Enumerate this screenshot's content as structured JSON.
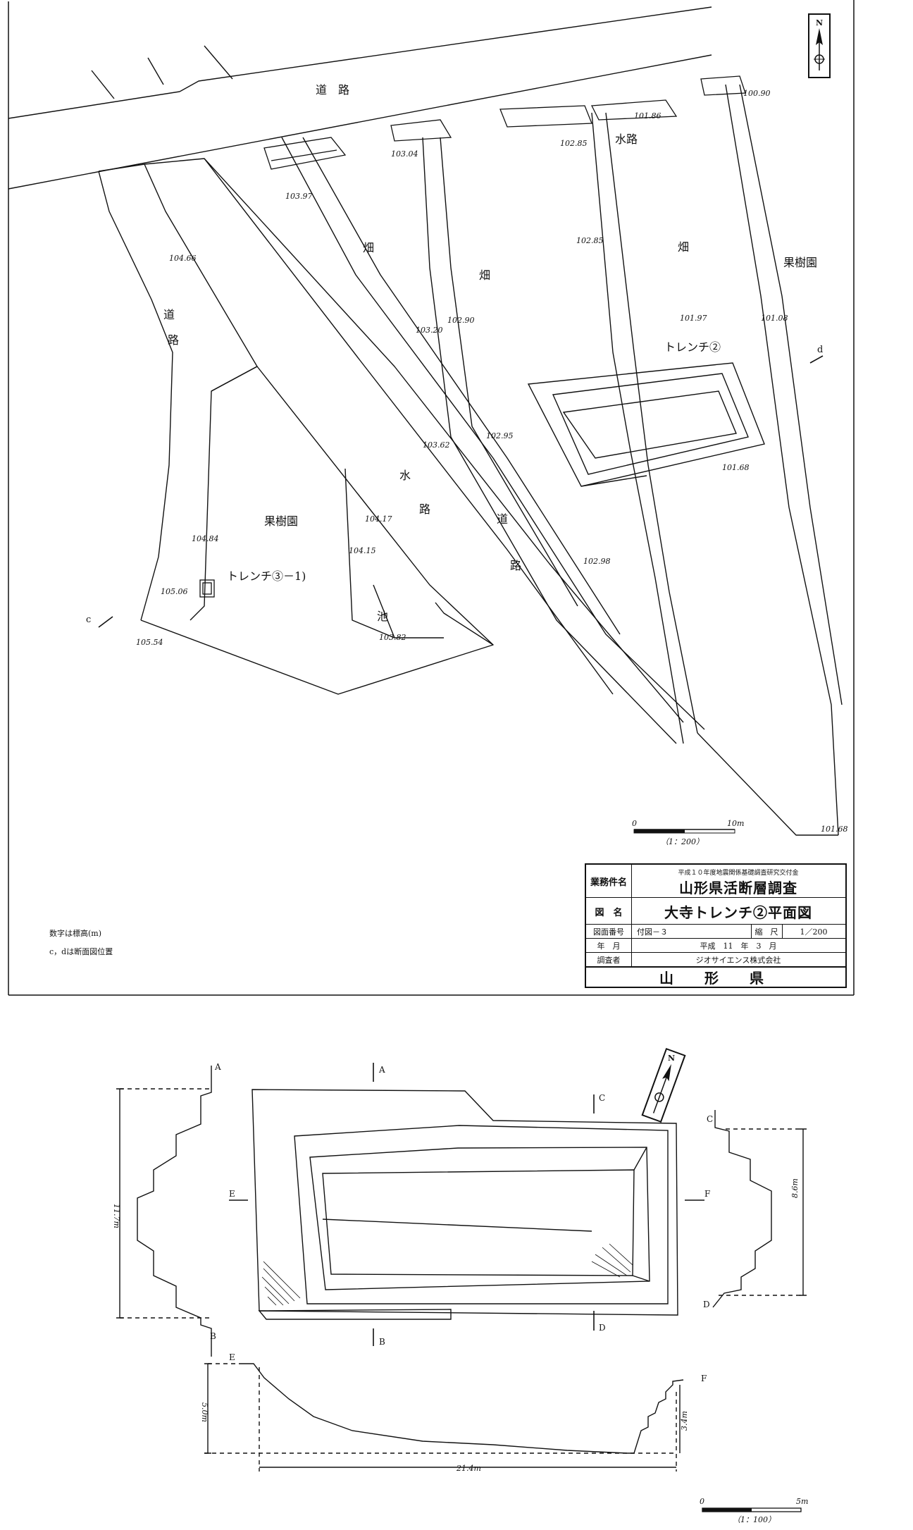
{
  "plan": {
    "road_top": "道　路",
    "road_left": [
      "道",
      "路"
    ],
    "waterway": "水路",
    "waterway_big": [
      "水",
      "路"
    ],
    "road_center": [
      "道",
      "路"
    ],
    "field_1": "畑",
    "field_2": "畑",
    "field_3": "畑",
    "orchard_right": "果樹園",
    "orchard_left": "果樹園",
    "trench_2": "トレンチ②",
    "trench_3": "トレンチ③－1)",
    "pond": "池",
    "section_c": "c",
    "section_d": "d",
    "elevations": [
      "103.97",
      "103.04",
      "102.85",
      "101.86",
      "100.90",
      "104.66",
      "102.90",
      "103.20",
      "102.85",
      "101.97",
      "101.08",
      "102.95",
      "103.62",
      "104.17",
      "101.68",
      "104.84",
      "104.15",
      "102.98",
      "105.06",
      "103.82",
      "105.54",
      "101.68"
    ],
    "scale_0": "0",
    "scale_10": "10m",
    "scale_ratio": "（1：200）"
  },
  "title_block": {
    "project_label": "業務件名",
    "project_sub": "平成１０年度地震関係基礎調査研究交付金",
    "project_name": "山形県活断層調査",
    "drawing_label": "図　名",
    "drawing_name": "大寺トレンチ②平面図",
    "number_label": "図面番号",
    "number_value": "付図－３",
    "scale_label": "縮　尺",
    "scale_value": "1／200",
    "date_label": "年　月",
    "date_value": "平成　11　年　3　月",
    "surveyor_label": "調査者",
    "surveyor_value": "ジオサイエンス株式会社",
    "client": "山　形　県"
  },
  "notes": {
    "line1": "数字は標高(m)",
    "line2": "c，dは断面図位置"
  },
  "detail": {
    "labels": {
      "a": "A",
      "b": "B",
      "c": "C",
      "d": "D",
      "e": "E",
      "f": "F"
    },
    "dim_ab": "11.7m",
    "dim_cd": "8.6m",
    "dim_e": "5.0m",
    "dim_f": "3.4m",
    "dim_length": "21.4m",
    "scale_0": "0",
    "scale_5": "5m",
    "scale_ratio": "（1：100）",
    "north": "N"
  }
}
